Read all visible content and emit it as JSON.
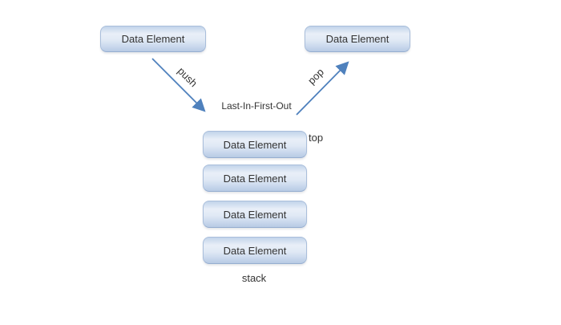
{
  "diagram": {
    "lifo_label": "Last-In-First-Out",
    "push_label": "push",
    "pop_label": "pop",
    "top_label": "top",
    "stack_label": "stack",
    "input_box_label": "Data Element",
    "output_box_label": "Data Element",
    "stack_items": [
      {
        "label": "Data Element"
      },
      {
        "label": "Data Element"
      },
      {
        "label": "Data Element"
      },
      {
        "label": "Data Element"
      }
    ],
    "colors": {
      "arrow": "#4f81bd",
      "box_border": "#a9bedb",
      "box_grad_top": "#c2d4ea",
      "box_grad_light": "#e9eff8",
      "box_grad_bottom": "#b7cae4",
      "text": "#333333"
    }
  }
}
